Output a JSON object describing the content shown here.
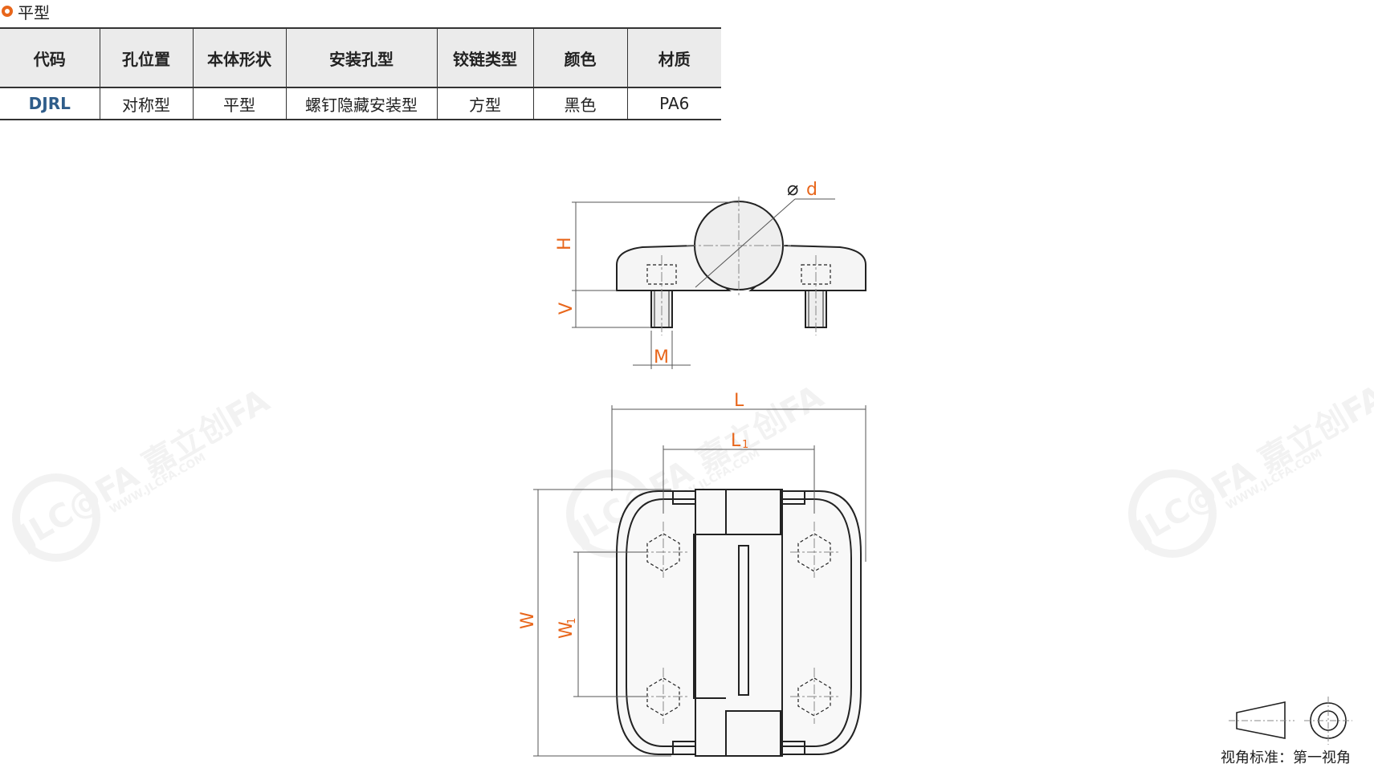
{
  "section": {
    "title": "平型"
  },
  "table": {
    "headers": [
      "代码",
      "孔位置",
      "本体形状",
      "安装孔型",
      "铰链类型",
      "颜色",
      "材质"
    ],
    "rows": [
      [
        "DJRL",
        "对称型",
        "平型",
        "螺钉隐藏安装型",
        "方型",
        "黑色",
        "PA6"
      ]
    ]
  },
  "drawing": {
    "dim_labels": {
      "diameter": "d",
      "height": "H",
      "v": "V",
      "m": "M",
      "length": "L",
      "l1": "L",
      "l1_sub": "1",
      "width": "W",
      "w1": "W",
      "w1_sub": "1"
    },
    "watermark": {
      "brand": "JLC@FA 嘉立创FA",
      "url": "WWW.JLCFA.COM"
    },
    "dim_color": "#e8661b"
  },
  "view_standard": {
    "label": "视角标准：第一视角"
  }
}
